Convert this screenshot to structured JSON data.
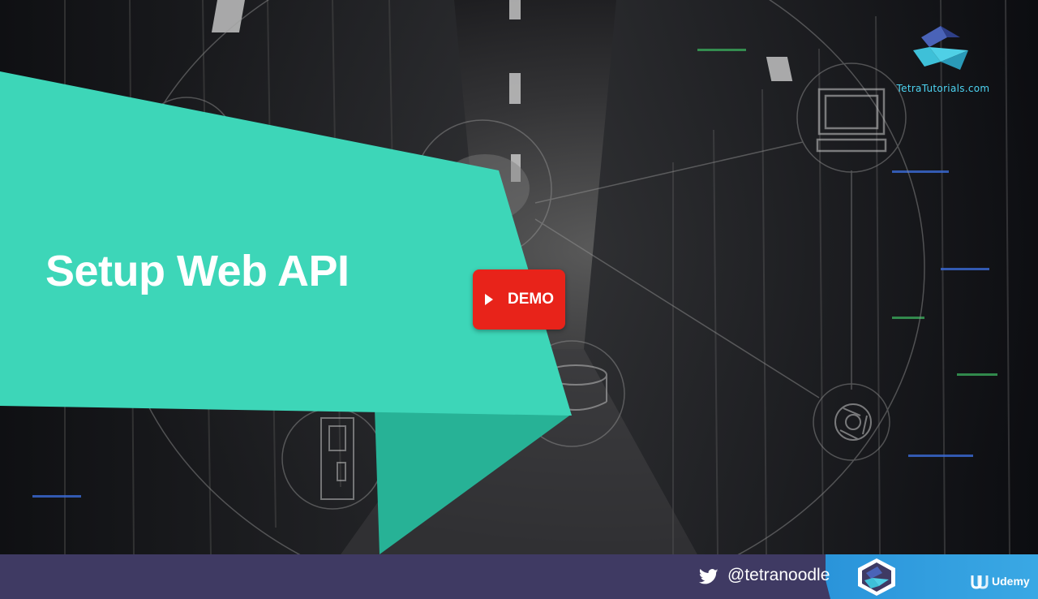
{
  "slide": {
    "title": "Setup Web API",
    "demo_label": "DEMO"
  },
  "brand": {
    "site": "TetraTutorials.com"
  },
  "footer": {
    "twitter_handle": "@tetranoodle",
    "platform": "Udemy"
  },
  "icons": {
    "play": "play-icon",
    "twitter": "twitter-bird-icon",
    "brand": "tetra-logo-icon",
    "udemy": "udemy-logo-icon"
  },
  "colors": {
    "banner": "#3dd6b8",
    "banner_shadow": "#27b296",
    "demo_badge": "#e8231a",
    "footer": "#3f3a63",
    "footer_accent": "#2a94da",
    "brand_text": "#4dd4f2"
  }
}
